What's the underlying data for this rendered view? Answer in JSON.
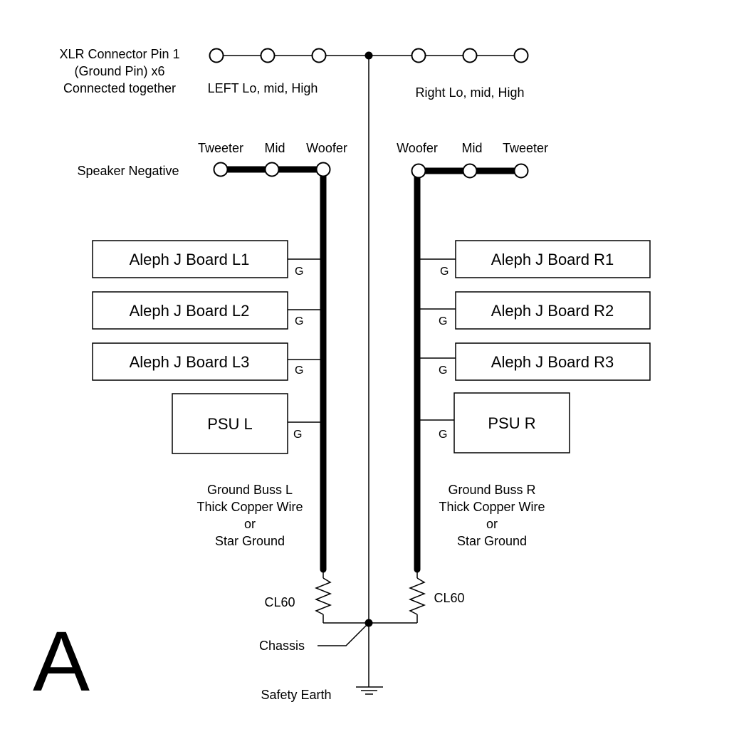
{
  "xlr": {
    "label_line1": "XLR Connector Pin 1",
    "label_line2": "(Ground Pin) x6",
    "label_line3": "Connected together",
    "left_label": "LEFT Lo, mid, High",
    "right_label": "Right Lo, mid, High"
  },
  "speaker": {
    "negative_label": "Speaker Negative",
    "left": {
      "tweeter": "Tweeter",
      "mid": "Mid",
      "woofer": "Woofer"
    },
    "right": {
      "woofer": "Woofer",
      "mid": "Mid",
      "tweeter": "Tweeter"
    }
  },
  "boards": {
    "left": [
      "Aleph J Board L1",
      "Aleph J Board L2",
      "Aleph J Board L3"
    ],
    "right": [
      "Aleph J Board R1",
      "Aleph J Board R2",
      "Aleph J Board R3"
    ],
    "ground_tag": "G"
  },
  "psu": {
    "left": "PSU L",
    "right": "PSU R"
  },
  "buss": {
    "left": [
      "Ground Buss L",
      "Thick Copper Wire",
      "or",
      "Star Ground"
    ],
    "right": [
      "Ground Buss R",
      "Thick Copper Wire",
      "or",
      "Star Ground"
    ]
  },
  "thermistor": {
    "left": "CL60",
    "right": "CL60"
  },
  "chassis": "Chassis",
  "safety_earth": "Safety Earth",
  "figure_letter": "A"
}
